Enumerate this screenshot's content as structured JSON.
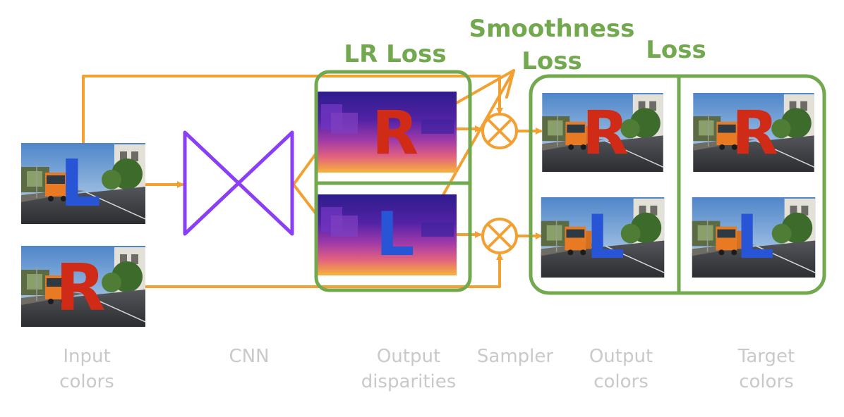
{
  "diagram": {
    "colors": {
      "arrow": "#f3a033",
      "box": "#72a94e",
      "cnn": "#8a3ff5",
      "caption": "#c9c9c9",
      "letter_left": "#2854d6",
      "letter_right": "#cf2b16"
    },
    "titles": {
      "lr_loss": "LR Loss",
      "smooth_1": "Smoothness",
      "smooth_2": "Loss",
      "loss": "Loss"
    },
    "captions": {
      "input_1": "Input",
      "input_2": "colors",
      "cnn": "CNN",
      "disp_1": "Output",
      "disp_2": "disparities",
      "sampler": "Sampler",
      "out_1": "Output",
      "out_2": "colors",
      "target_1": "Target",
      "target_2": "colors"
    },
    "letters": {
      "input_left": "L",
      "input_right": "R",
      "disp_top": "R",
      "disp_bottom": "L",
      "out_top": "R",
      "out_bottom": "L",
      "target_top": "R",
      "target_bottom": "L"
    },
    "icons": [
      "street-photo",
      "disparity-map",
      "multiply-sampler-icon",
      "cnn-bowtie-icon"
    ]
  }
}
